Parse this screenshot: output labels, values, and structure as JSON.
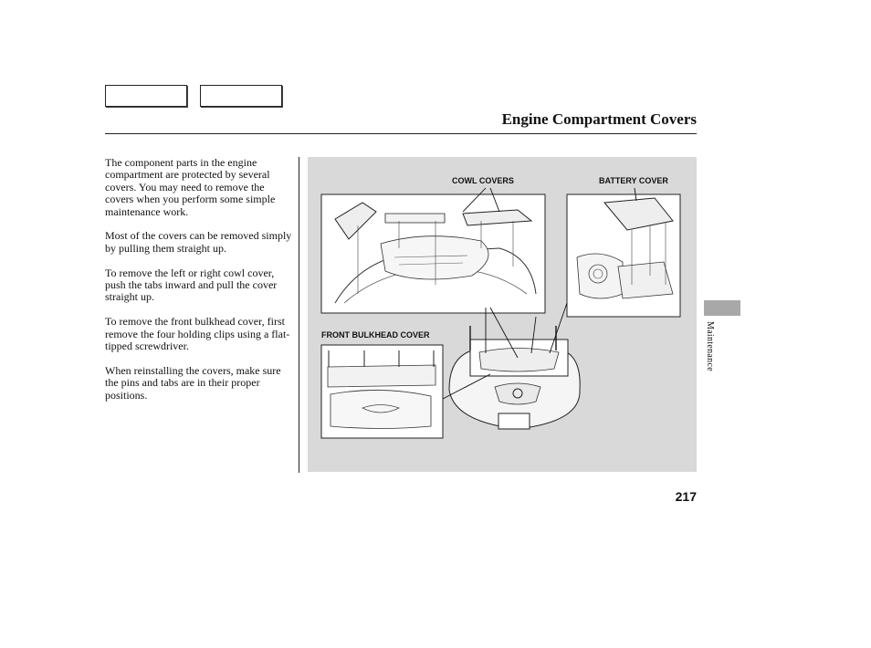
{
  "header": {
    "title": "Engine Compartment Covers"
  },
  "nav_buttons": [
    {
      "label": ""
    },
    {
      "label": ""
    }
  ],
  "body": {
    "paragraphs": [
      "The component parts in the engine compartment are protected by several covers. You may need to remove the covers when you perform some simple maintenance work.",
      "Most of the covers can be removed simply by pulling them straight up.",
      "To remove the left or right cowl cover, push the tabs inward and pull the cover straight up.",
      "To remove the front bulkhead cover, first remove the four holding clips using a flat-tipped screwdriver.",
      "When reinstalling the covers, make sure the pins and tabs are in their proper positions."
    ]
  },
  "figure": {
    "callouts": {
      "cowl_covers": "COWL COVERS",
      "battery_cover": "BATTERY COVER",
      "front_bulkhead_cover": "FRONT BULKHEAD COVER"
    }
  },
  "side_tab": {
    "label": "Maintenance"
  },
  "footer": {
    "page_number": "217"
  },
  "colors": {
    "figure_background": "#d9d9d9",
    "side_tab": "#a8a8a8",
    "text": "#111111"
  }
}
